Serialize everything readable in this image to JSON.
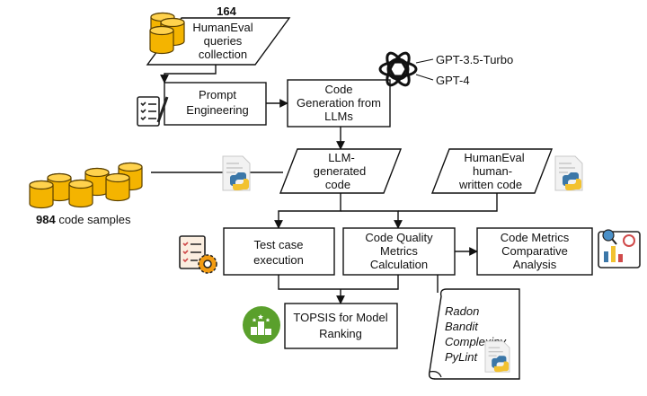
{
  "queries": {
    "count": "164",
    "label_lines": [
      "HumanEval",
      "queries",
      "collection"
    ]
  },
  "prompt_engineering": {
    "lines": [
      "Prompt",
      "Engineering"
    ]
  },
  "code_generation": {
    "lines": [
      "Code",
      "Generation from",
      "LLMs"
    ]
  },
  "models": [
    "GPT-3.5-Turbo",
    "GPT-4"
  ],
  "llm_code": {
    "lines": [
      "LLM-",
      "generated",
      "code"
    ]
  },
  "human_code": {
    "lines": [
      "HumanEval",
      "human-",
      "written code"
    ]
  },
  "samples": {
    "count": "984",
    "label": " code samples"
  },
  "test_case": {
    "lines": [
      "Test case",
      "execution"
    ]
  },
  "metrics_calc": {
    "lines": [
      "Code Quality",
      "Metrics",
      "Calculation"
    ]
  },
  "comparative": {
    "lines": [
      "Code Metrics",
      "Comparative",
      "Analysis"
    ]
  },
  "topsis": {
    "lines": [
      "TOPSIS for Model",
      "Ranking"
    ]
  },
  "tools": [
    "Radon",
    "Bandit",
    "Complexipy",
    "PyLint"
  ],
  "colors": {
    "database": "#f4b400",
    "database_dark": "#c98a00",
    "python_blue": "#3b77a8",
    "python_yellow": "#f2c230",
    "gear": "#f39c12",
    "topsis_green": "#5aa02c",
    "line": "#111111"
  }
}
